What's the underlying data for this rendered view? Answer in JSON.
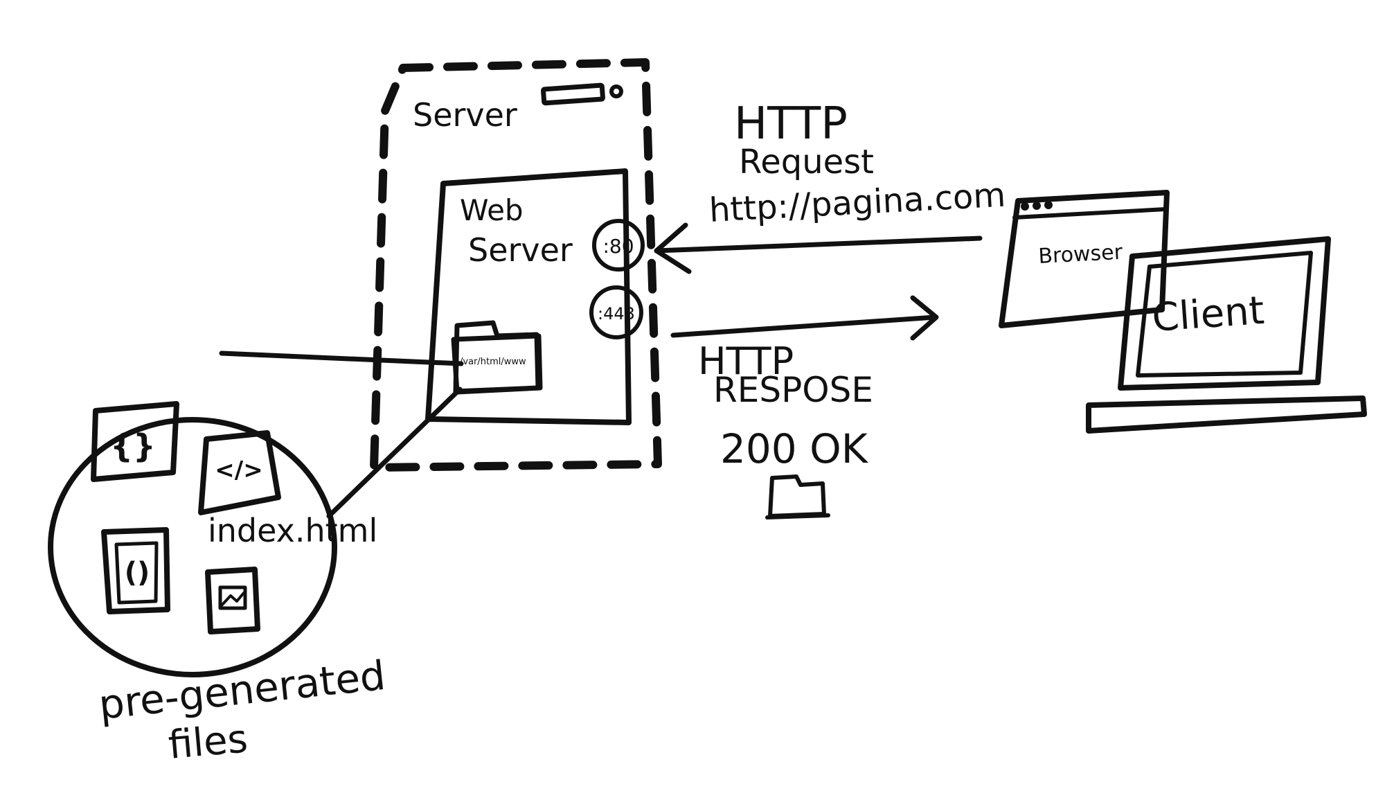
{
  "colors": {
    "ink": "#111111",
    "background": "#ffffff"
  },
  "server": {
    "label": "Server"
  },
  "web_server": {
    "label_line1": "Web",
    "label_line2": "Server"
  },
  "ports": {
    "http": ":80",
    "https": ":443"
  },
  "folder": {
    "path": "/var/html/www"
  },
  "request": {
    "label_line1": "HTTP",
    "label_line2": "Request",
    "url": "http://pagina.com"
  },
  "response": {
    "label_line1": "HTTP",
    "label_line2": "RESPOSE",
    "status": "200 OK"
  },
  "client": {
    "browser_label": "Browser",
    "label": "Client"
  },
  "files": {
    "index_label": "index.html",
    "caption_line1": "pre-generated",
    "caption_line2": "files",
    "icons": [
      "json-file-icon",
      "html-file-icon",
      "js-file-icon",
      "image-file-icon"
    ],
    "json_glyph": "{}",
    "html_glyph": "</>",
    "js_glyph": "()"
  }
}
